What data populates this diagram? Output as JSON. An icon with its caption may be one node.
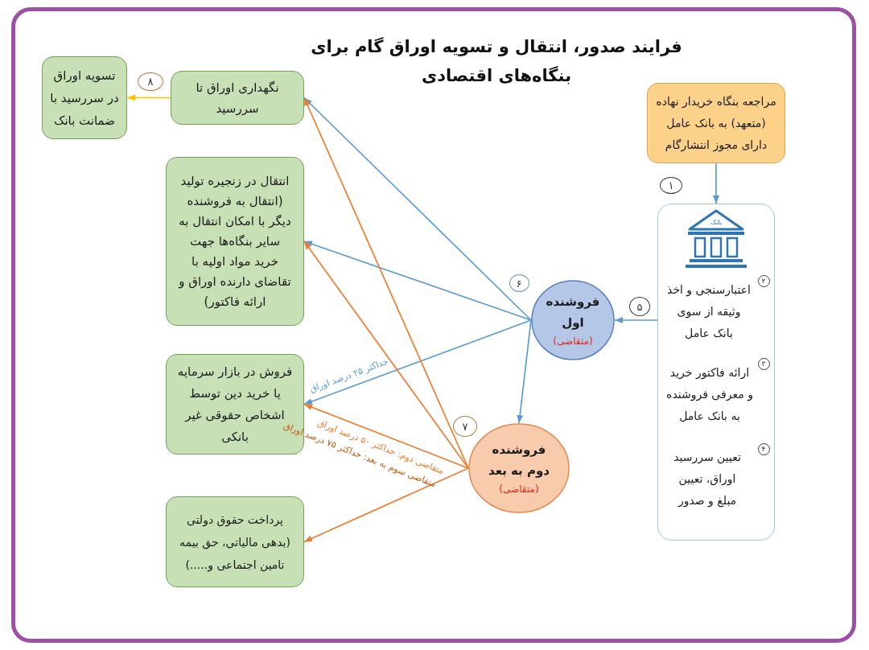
{
  "diagram": {
    "title": "فرایند صدور، انتقال و تسویه اوراق گام برای بنگاه‌های اقتصادی",
    "nodes": [
      {
        "text": [
          "مراجعه بنگاه خریدار نهاده (متعهد) به بانک عامل دارای مجوز انتشارگام"
        ]
      },
      {
        "text": [
          "اعتبارسنجی و اخذ وثیقه از سوی بانک عامل",
          "ارائه فاکتور خرید و معرفی فروشنده به بانک عامل",
          "تعیین سررسید اوراق، تعیین مبلغ و صدور"
        ]
      },
      {
        "text": [
          "فروشنده اول",
          "(متقاضی)"
        ]
      },
      {
        "text": [
          "فروشنده دوم به بعد",
          "(متقاضی)"
        ]
      },
      {
        "text": [
          "نگهداری اوراق تا سررسید"
        ]
      },
      {
        "text": [
          "تسویه اوراق در سررسید با ضمانت بانک"
        ]
      },
      {
        "text": [
          "انتقال در زنجیره تولید (انتقال به فروشنده دیگر با امکان انتقال به سایر بنگاه‌ها جهت خرید مواد اولیه با تقاضای دارنده اوراق و ارائه فاکتور)"
        ]
      },
      {
        "text": [
          "فروش در بازار سرمایه یا خرید دین توسط اشخاص حقوقی غیر بانکی"
        ]
      },
      {
        "text": [
          "پرداخت حقوق دولتی (بدهی مالیاتی، حق بیمه تامین اجتماعی و.....)"
        ]
      }
    ],
    "edges": [
      {
        "from": 0,
        "to": 1,
        "arrow": "to"
      },
      {
        "from": 1,
        "to": 2,
        "arrow": "to"
      },
      {
        "from": 2,
        "to": 4,
        "arrow": "to"
      },
      {
        "from": 2,
        "to": 6,
        "arrow": "to"
      },
      {
        "from": 2,
        "to": 7,
        "arrow": "to",
        "label": "حداکثر ۲۵ درصد اوراق"
      },
      {
        "from": 2,
        "to": 3,
        "arrow": "to"
      },
      {
        "from": 3,
        "to": 4,
        "arrow": "to",
        "color": "#ed7d31"
      },
      {
        "from": 3,
        "to": 6,
        "arrow": "to",
        "color": "#ed7d31"
      },
      {
        "from": 3,
        "to": 7,
        "arrow": "to",
        "color": "#ed7d31",
        "label": "متقاضی دوم: حداکثر ۵۰ درصد اوراق"
      },
      {
        "from": 3,
        "to": 8,
        "arrow": "to",
        "color": "#ed7d31"
      },
      {
        "from": 4,
        "to": 5,
        "arrow": "to",
        "color": "#ffc000"
      }
    ],
    "labels": [
      "۸",
      "۱",
      "بانک",
      "۲",
      "۶",
      "۵",
      "۳",
      "۷",
      "متقاضی سوم به بعد: حداکثر ۷۵ درصد اوراق",
      "۴"
    ]
  }
}
